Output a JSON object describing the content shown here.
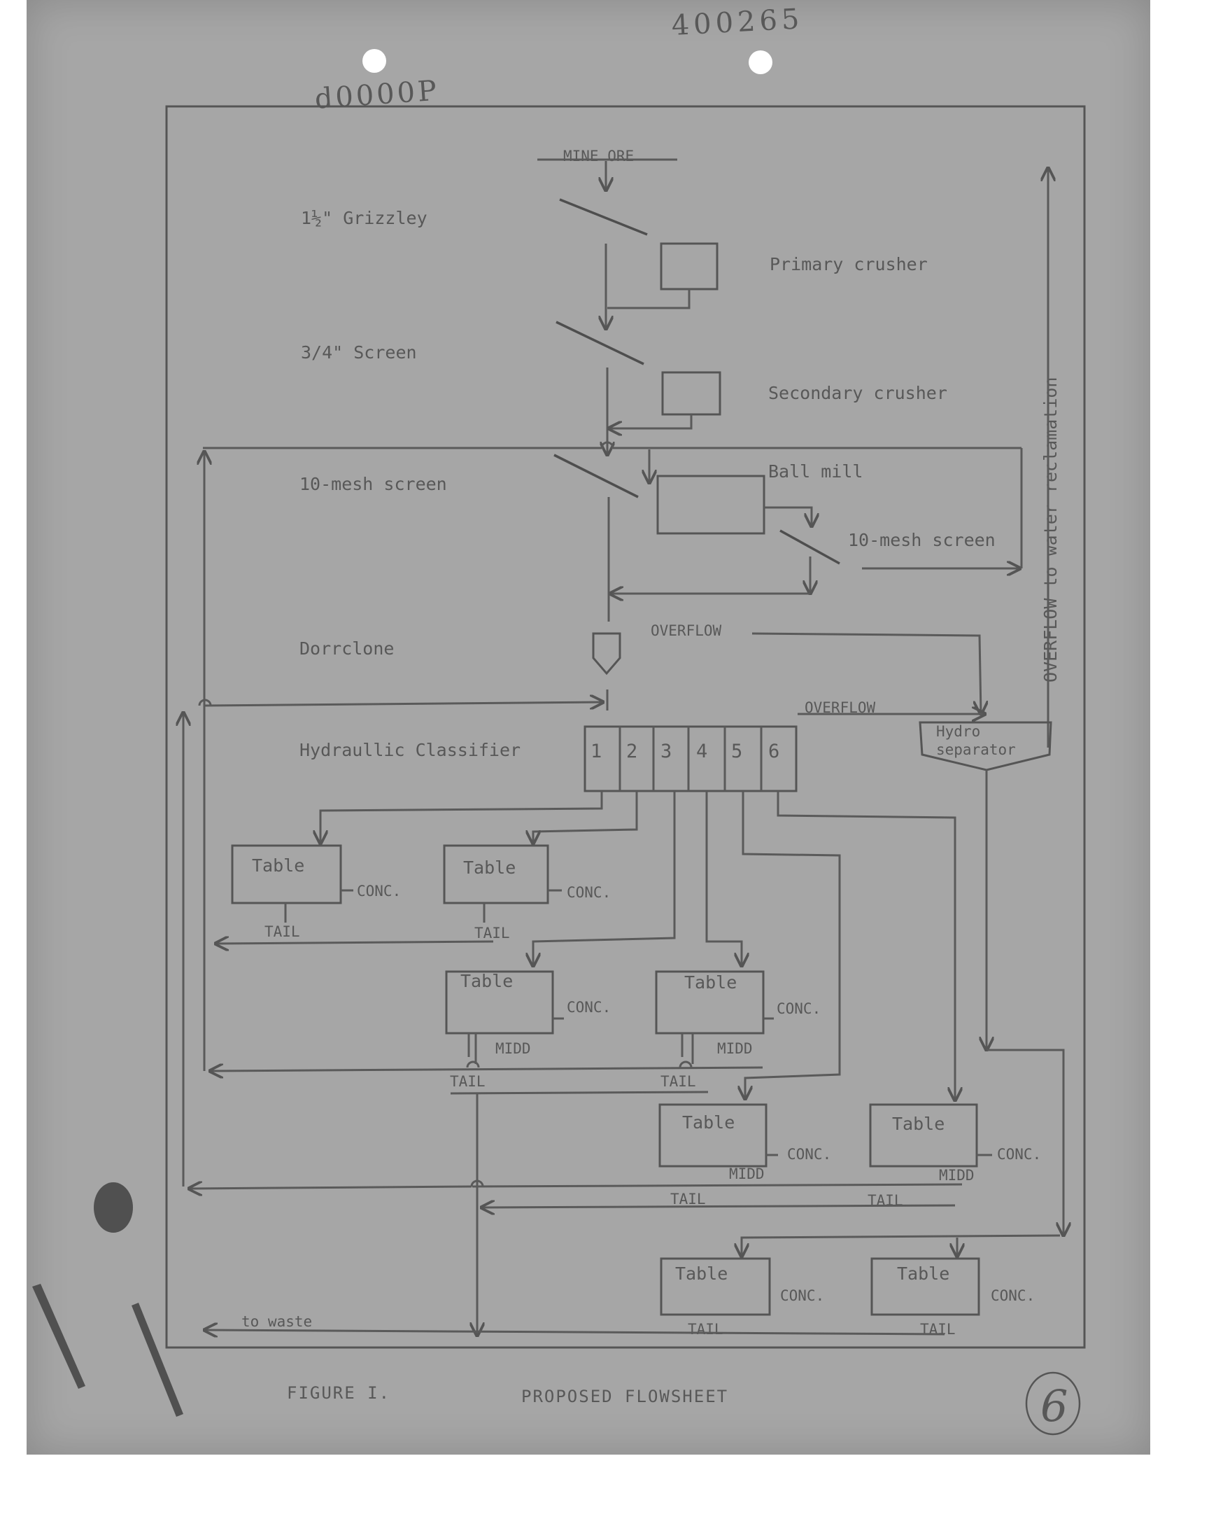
{
  "header": {
    "doc_number": "400265",
    "old_number": "d0000P"
  },
  "diagram": {
    "mine_ore": "MINE ORE",
    "grizzley": "1½\" Grizzley",
    "primary_crusher": "Primary crusher",
    "screen_3_4": "3/4\" Screen",
    "secondary_crusher": "Secondary crusher",
    "ball_mill": "Ball mill",
    "mesh_screen_left": "10-mesh screen",
    "mesh_screen_right": "10-mesh screen",
    "overflow_to_water": "OVERFLOW to water reclamation",
    "dorrclone": "Dorrclone",
    "overflow_dorrclone": "OVERFLOW",
    "overflow_classifier": "OVERFLOW",
    "hydraulic_classifier": "Hydraullic Classifier",
    "classifier_cells": [
      "1",
      "2",
      "3",
      "4",
      "5",
      "6"
    ],
    "hydro_separator": [
      "Hydro",
      "separator"
    ],
    "table_label": "Table",
    "conc_label": "CONC.",
    "tail_label": "TAIL",
    "midd_label": "MIDD",
    "to_waste": "to waste"
  },
  "footer": {
    "figure": "FIGURE  I.",
    "title": "PROPOSED  FLOWSHEET",
    "page_number": "6"
  }
}
